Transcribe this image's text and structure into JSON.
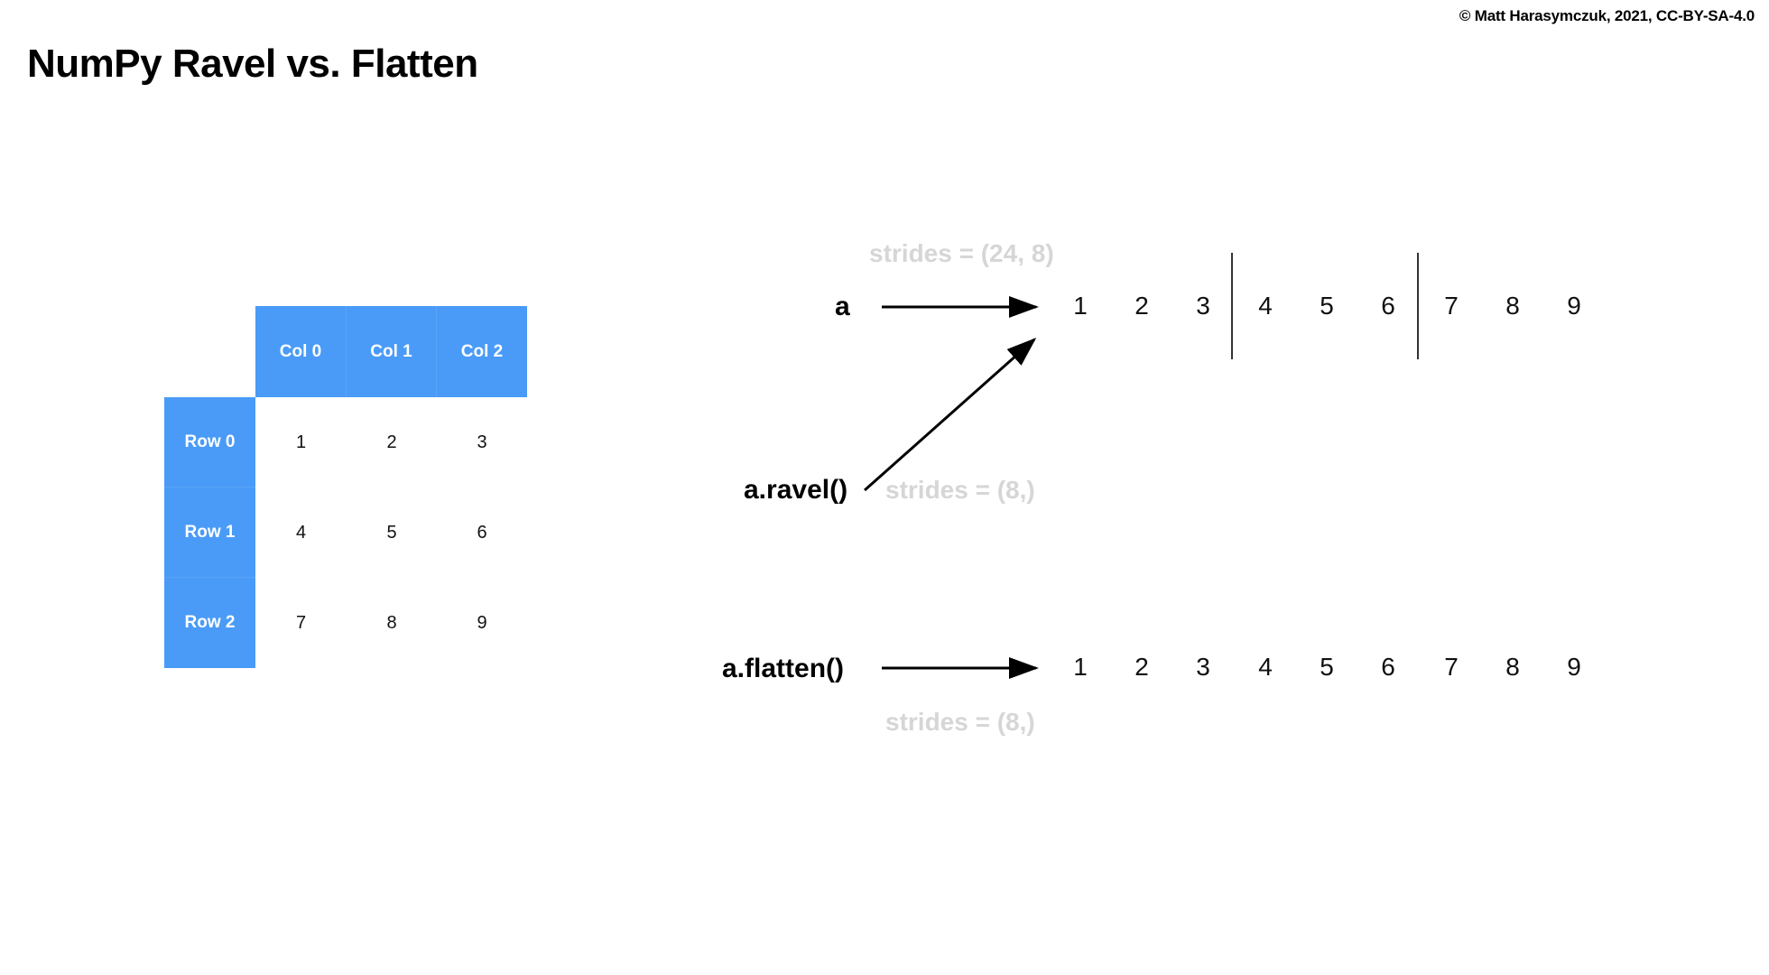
{
  "header": {
    "title": "NumPy Ravel vs. Flatten",
    "copyright": "© Matt Harasymczuk, 2021, CC-BY-SA-4.0"
  },
  "matrix": {
    "column_headers": [
      "Col 0",
      "Col 1",
      "Col 2"
    ],
    "row_headers": [
      "Row 0",
      "Row 1",
      "Row 2"
    ],
    "rows": [
      [
        "1",
        "2",
        "3"
      ],
      [
        "4",
        "5",
        "6"
      ],
      [
        "7",
        "8",
        "9"
      ]
    ]
  },
  "diagram": {
    "original": {
      "label": "a",
      "strides": "strides = (24, 8)",
      "values": [
        "1",
        "2",
        "3",
        "4",
        "5",
        "6",
        "7",
        "8",
        "9"
      ],
      "group_breaks_after": [
        3,
        6
      ]
    },
    "ravel": {
      "label": "a.ravel()",
      "strides": "strides = (8,)"
    },
    "flatten": {
      "label": "a.flatten()",
      "strides": "strides = (8,)",
      "values": [
        "1",
        "2",
        "3",
        "4",
        "5",
        "6",
        "7",
        "8",
        "9"
      ]
    }
  },
  "colors": {
    "accent_blue": "#4a9bf7",
    "strides_gray": "#d6d6d6",
    "text_black": "#000000"
  }
}
